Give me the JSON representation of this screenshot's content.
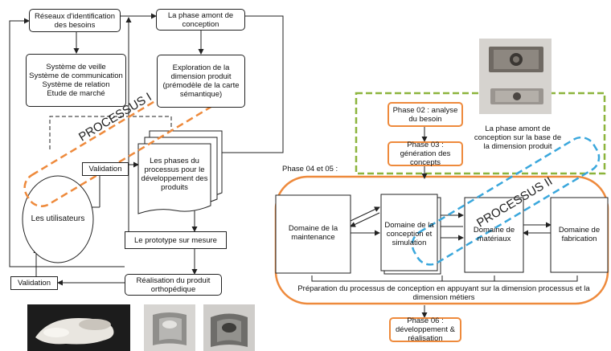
{
  "left": {
    "reseaux": "Réseaux d'identification des besoins",
    "phase_amont": "La phase amont de conception",
    "systemes": [
      "Système de veille",
      "Système de communication",
      "Système de relation",
      "Etude de marché"
    ],
    "exploration": "Exploration de la dimension produit (prémodèle de la carte sémantique)",
    "processus_label": "PROCESSUS I",
    "validation_top": "Validation",
    "utilisateurs": "Les utilisateurs",
    "phases_processus": "Les phases du processus pour le développement des produits",
    "prototype": "Le prototype sur mesure",
    "realisation": "Réalisation du produit orthopédique",
    "validation_bottom": "Validation"
  },
  "right": {
    "phase02": "Phase 02 : analyse du besoin",
    "phase03": "Phase 03 : génération des concepts",
    "amont_caption": "La phase amont de conception sur la base de la dimension produit",
    "phase0405": "Phase 04 et 05 :",
    "domaines": [
      "Domaine de la maintenance",
      "Domaine de la conception et simulation",
      "Domaine de matériaux",
      "Domaine de fabrication"
    ],
    "processus_label": "PROCESSUS II",
    "preparation": "Préparation du processus de conception en appuyant sur la dimension processus et la dimension métiers",
    "phase06": "Phase 06 : développement & réalisation"
  },
  "colors": {
    "orange": "#ee8a3c",
    "green": "#8cb43c",
    "blue": "#3aa7dc",
    "line": "#222222"
  }
}
